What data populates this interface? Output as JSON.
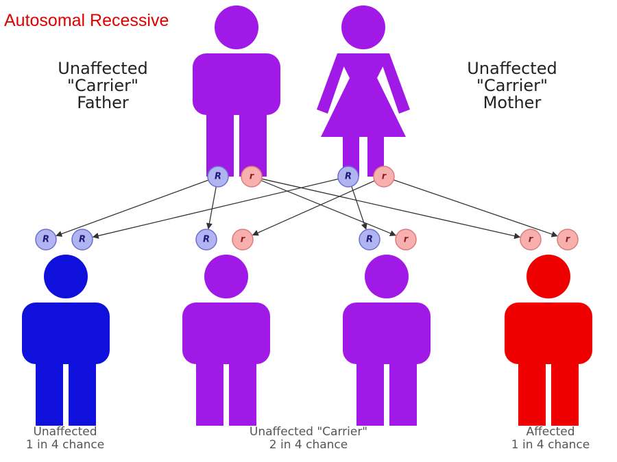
{
  "title": "Autosomal Recessive",
  "colors": {
    "title": "#e00000",
    "carrier": "#a019e6",
    "unaffected": "#1010dd",
    "affected": "#ee0000",
    "dominant_allele_fill": "#b0b4f0",
    "dominant_allele_stroke": "#6a6fcf",
    "recessive_allele_fill": "#f7b0ae",
    "recessive_allele_stroke": "#d97b78",
    "arrow": "#333333"
  },
  "parents": {
    "father": {
      "label_lines": [
        "Unaffected",
        "\"Carrier\"",
        "Father"
      ],
      "figure": "male-figure-icon",
      "alleles": [
        "R",
        "r"
      ]
    },
    "mother": {
      "label_lines": [
        "Unaffected",
        "\"Carrier\"",
        "Mother"
      ],
      "figure": "female-figure-icon",
      "alleles": [
        "R",
        "r"
      ]
    }
  },
  "children": [
    {
      "alleles": [
        "R",
        "R"
      ],
      "status": "unaffected"
    },
    {
      "alleles": [
        "R",
        "r"
      ],
      "status": "carrier"
    },
    {
      "alleles": [
        "R",
        "r"
      ],
      "status": "carrier"
    },
    {
      "alleles": [
        "r",
        "r"
      ],
      "status": "affected"
    }
  ],
  "outcome_labels": {
    "unaffected": {
      "line1": "Unaffected",
      "line2": "1 in 4 chance"
    },
    "carrier": {
      "line1": "Unaffected \"Carrier\"",
      "line2": "2 in 4 chance"
    },
    "affected": {
      "line1": "Affected",
      "line2": "1 in 4 chance"
    }
  }
}
